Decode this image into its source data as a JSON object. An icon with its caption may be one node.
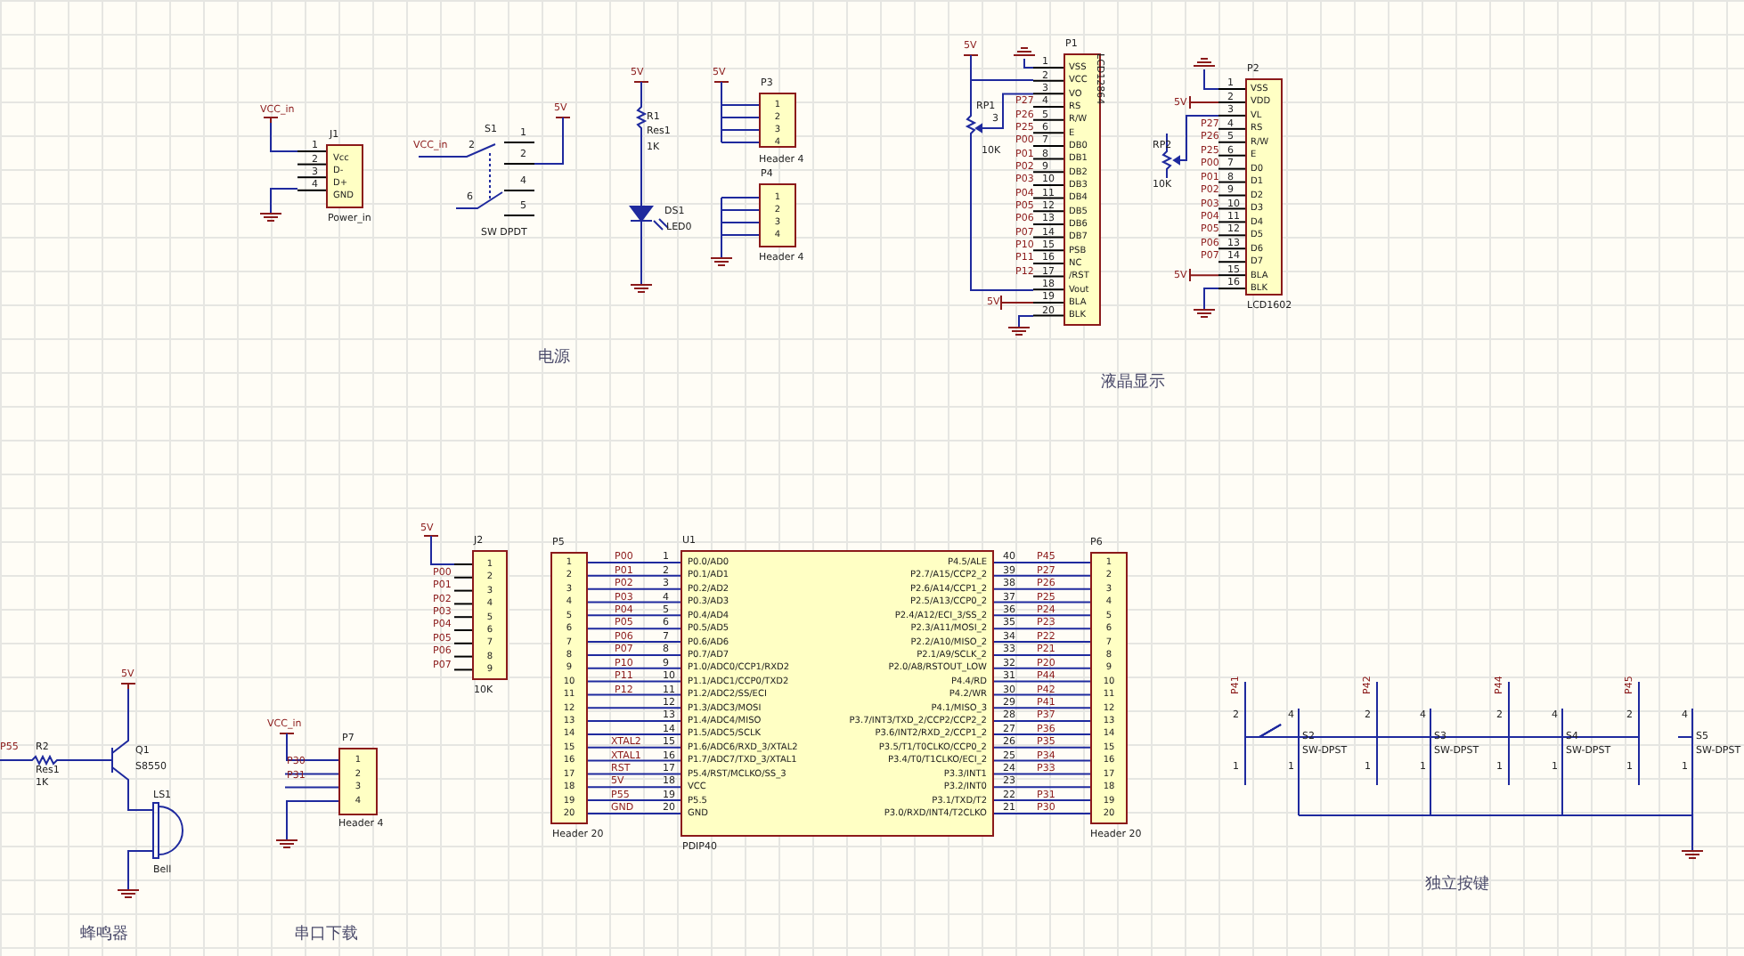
{
  "diagram": {
    "nodes": [
      {
        "text": [
          "Vcc",
          "D-",
          "D+",
          "GND"
        ],
        "beside": [
          "J1",
          "Power_in"
        ]
      },
      {
        "text": [
          "1",
          "2",
          "3",
          "4"
        ],
        "beside": [
          "P3",
          "Header 4"
        ]
      },
      {
        "text": [
          "1",
          "2",
          "3",
          "4"
        ],
        "beside": [
          "P4",
          "Header 4"
        ]
      },
      {
        "text": [
          "VSS",
          "VCC",
          "VO",
          "RS",
          "R/W",
          "E",
          "DB0",
          "DB1",
          "DB2",
          "DB3",
          "DB4",
          "DB5",
          "DB6",
          "DB7",
          "PSB",
          "NC",
          "/RST",
          "Vout",
          "BLA",
          "BLK"
        ],
        "beside": [
          "P1",
          "LCD12864"
        ]
      },
      {
        "text": [
          "VSS",
          "VDD",
          "VL",
          "RS",
          "R/W",
          "E",
          "D0",
          "D1",
          "D2",
          "D3",
          "D4",
          "D5",
          "D6",
          "D7",
          "BLA",
          "BLK"
        ],
        "beside": [
          "P2",
          "LCD1602"
        ]
      },
      {
        "text": [
          "1",
          "2",
          "3",
          "4",
          "5",
          "6",
          "7",
          "8",
          "9"
        ],
        "beside": [
          "J2",
          "10K"
        ]
      },
      {
        "text": [
          "1",
          "2",
          "3",
          "4",
          "5",
          "6",
          "7",
          "8",
          "9",
          "10",
          "11",
          "12",
          "13",
          "14",
          "15",
          "16",
          "17",
          "18",
          "19",
          "20"
        ],
        "beside": [
          "P5",
          "Header 20"
        ]
      },
      {
        "text": [
          "P0.0/AD0",
          "P0.1/AD1",
          "P0.2/AD2",
          "P0.3/AD3",
          "P0.4/AD4",
          "P0.5/AD5",
          "P0.6/AD6",
          "P0.7/AD7",
          "P1.0/ADC0/CCP1/RXD2",
          "P1.1/ADC1/CCP0/TXD2",
          "P1.2/ADC2/SS/ECI",
          "P1.3/ADC3/MOSI",
          "P1.4/ADC4/MISO",
          "P1.5/ADC5/SCLK",
          "P1.6/ADC6/RXD_3/XTAL2",
          "P1.7/ADC7/TXD_3/XTAL1",
          "P5.4/RST/MCLKO/SS_3",
          "VCC",
          "P5.5",
          "GND",
          "P4.5/ALE",
          "P2.7/A15/CCP2_2",
          "P2.6/A14/CCP1_2",
          "P2.5/A13/CCP0_2",
          "P2.4/A12/ECI_3/SS_2",
          "P2.3/A11/MOSI_2",
          "P2.2/A10/MISO_2",
          "P2.1/A9/SCLK_2",
          "P2.0/A8/RSTOUT_LOW",
          "P4.4/RD",
          "P4.2/WR",
          "P4.1/MISO_3",
          "P3.7/INT3/TXD_2/CCP2/CCP2_2",
          "P3.6/INT2/RXD_2/CCP1_2",
          "P3.5/T1/T0CLKO/CCP0_2",
          "P3.4/T0/T1CLKO/ECI_2",
          "P3.3/INT1",
          "P3.2/INT0",
          "P3.1/TXD/T2",
          "P3.0/RXD/INT4/T2CLKO"
        ],
        "beside": [
          "U1",
          "PDIP40"
        ]
      },
      {
        "text": [
          "1",
          "2",
          "3",
          "4",
          "5",
          "6",
          "7",
          "8",
          "9",
          "10",
          "11",
          "12",
          "13",
          "14",
          "15",
          "16",
          "17",
          "18",
          "19",
          "20"
        ],
        "beside": [
          "P6",
          "Header 20"
        ]
      },
      {
        "text": [
          "1",
          "2",
          "3",
          "4"
        ],
        "beside": [
          "P7",
          "Header 4"
        ]
      }
    ],
    "labels": [
      "VCC_in",
      "1",
      "2",
      "3",
      "4",
      "S1",
      "VCC_in",
      "2",
      "1",
      "2",
      "4",
      "6",
      "5",
      "SW DPDT",
      "5V",
      "5V",
      "R1",
      "Res1",
      "1K",
      "DS1",
      "LED0",
      "5V",
      "电源",
      "5V",
      "RP1",
      "3",
      "10K",
      "1",
      "2",
      "3",
      "4",
      "5",
      "6",
      "7",
      "8",
      "9",
      "10",
      "11",
      "12",
      "13",
      "14",
      "15",
      "16",
      "17",
      "18",
      "19",
      "20",
      "P27",
      "P26",
      "P25",
      "P00",
      "P01",
      "P02",
      "P03",
      "P04",
      "P05",
      "P06",
      "P07",
      "P10",
      "P11",
      "P12",
      "5V",
      "5V",
      "RP2",
      "10K",
      "1",
      "2",
      "3",
      "4",
      "5",
      "6",
      "7",
      "8",
      "9",
      "10",
      "11",
      "12",
      "13",
      "14",
      "15",
      "16",
      "P27",
      "P26",
      "P25",
      "P00",
      "P01",
      "P02",
      "P03",
      "P04",
      "P05",
      "P06",
      "P07",
      "5V",
      "液晶显示",
      "5V",
      "P00",
      "P01",
      "P02",
      "P03",
      "P04",
      "P05",
      "P06",
      "P07",
      "P00",
      "P01",
      "P02",
      "P03",
      "P04",
      "P05",
      "P06",
      "P07",
      "P10",
      "P11",
      "P12",
      "XTAL2",
      "XTAL1",
      "RST",
      "5V",
      "P55",
      "GND",
      "1",
      "2",
      "3",
      "4",
      "5",
      "6",
      "7",
      "8",
      "9",
      "10",
      "11",
      "12",
      "13",
      "14",
      "15",
      "16",
      "17",
      "18",
      "19",
      "20",
      "40",
      "39",
      "38",
      "37",
      "36",
      "35",
      "34",
      "33",
      "32",
      "31",
      "30",
      "29",
      "28",
      "27",
      "26",
      "25",
      "24",
      "23",
      "22",
      "21",
      "P45",
      "P27",
      "P26",
      "P25",
      "P24",
      "P23",
      "P22",
      "P21",
      "P20",
      "P44",
      "P42",
      "P41",
      "P37",
      "P36",
      "P35",
      "P34",
      "P33",
      "P31",
      "P30",
      "P55",
      "R2",
      "Res1",
      "1K",
      "5V",
      "Q1",
      "S8550",
      "LS1",
      "Bell",
      "蜂鸣器",
      "VCC_in",
      "P30",
      "P31",
      "串口下载",
      "P41",
      "2",
      "1",
      "4",
      "1",
      "S2",
      "SW-DPST",
      "P42",
      "2",
      "1",
      "4",
      "1",
      "S3",
      "SW-DPST",
      "P44",
      "2",
      "1",
      "4",
      "1",
      "S4",
      "SW-DPST",
      "P45",
      "2",
      "1",
      "4",
      "1",
      "S5",
      "SW-DPST",
      "独立按键"
    ]
  }
}
